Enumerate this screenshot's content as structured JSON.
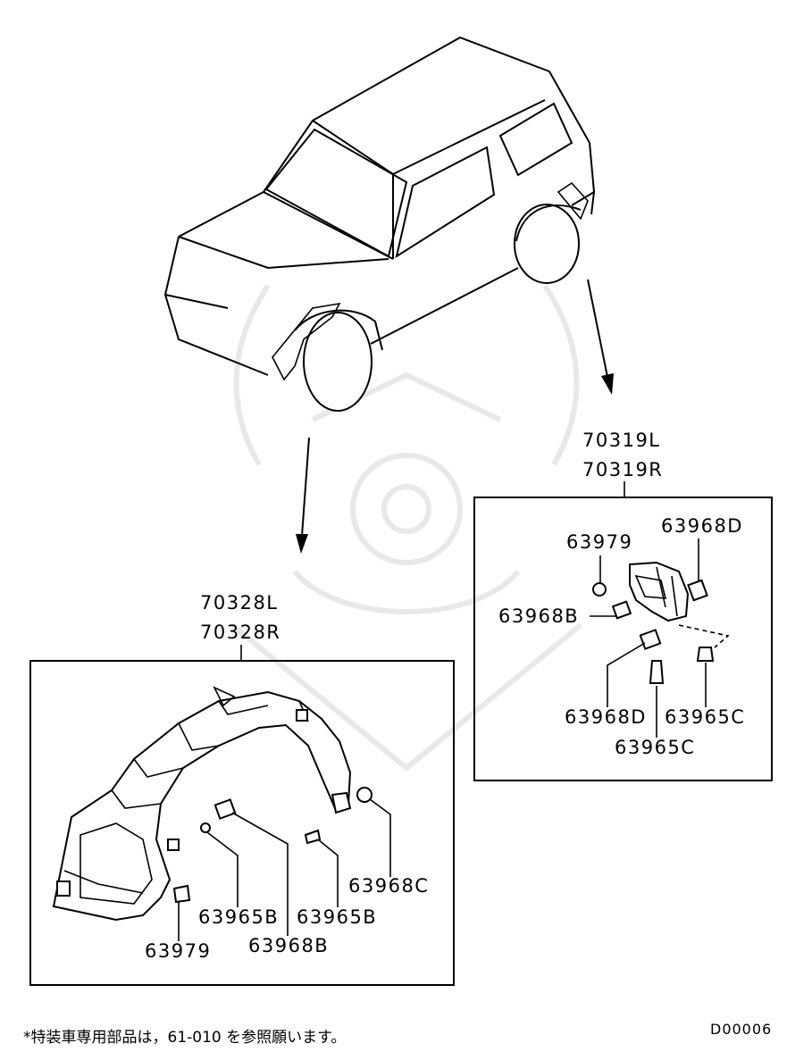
{
  "diagram": {
    "callouts": {
      "rear_upper_l": "70319L",
      "rear_upper_r": "70319R",
      "rear_63979": "63979",
      "rear_63968d_top": "63968D",
      "rear_63968b": "63968B",
      "rear_63968d_bottom": "63968D",
      "rear_63965c_right": "63965C",
      "rear_63965c_bottom": "63965C",
      "front_upper_l": "70328L",
      "front_upper_r": "70328R",
      "front_63968c": "63968C",
      "front_63965b_left": "63965B",
      "front_63965b_right": "63965B",
      "front_63968b": "63968B",
      "front_63979": "63979"
    },
    "footnote": "*特装車専用部品は，61-010 を参照願います。",
    "diagram_code": "D00006"
  }
}
